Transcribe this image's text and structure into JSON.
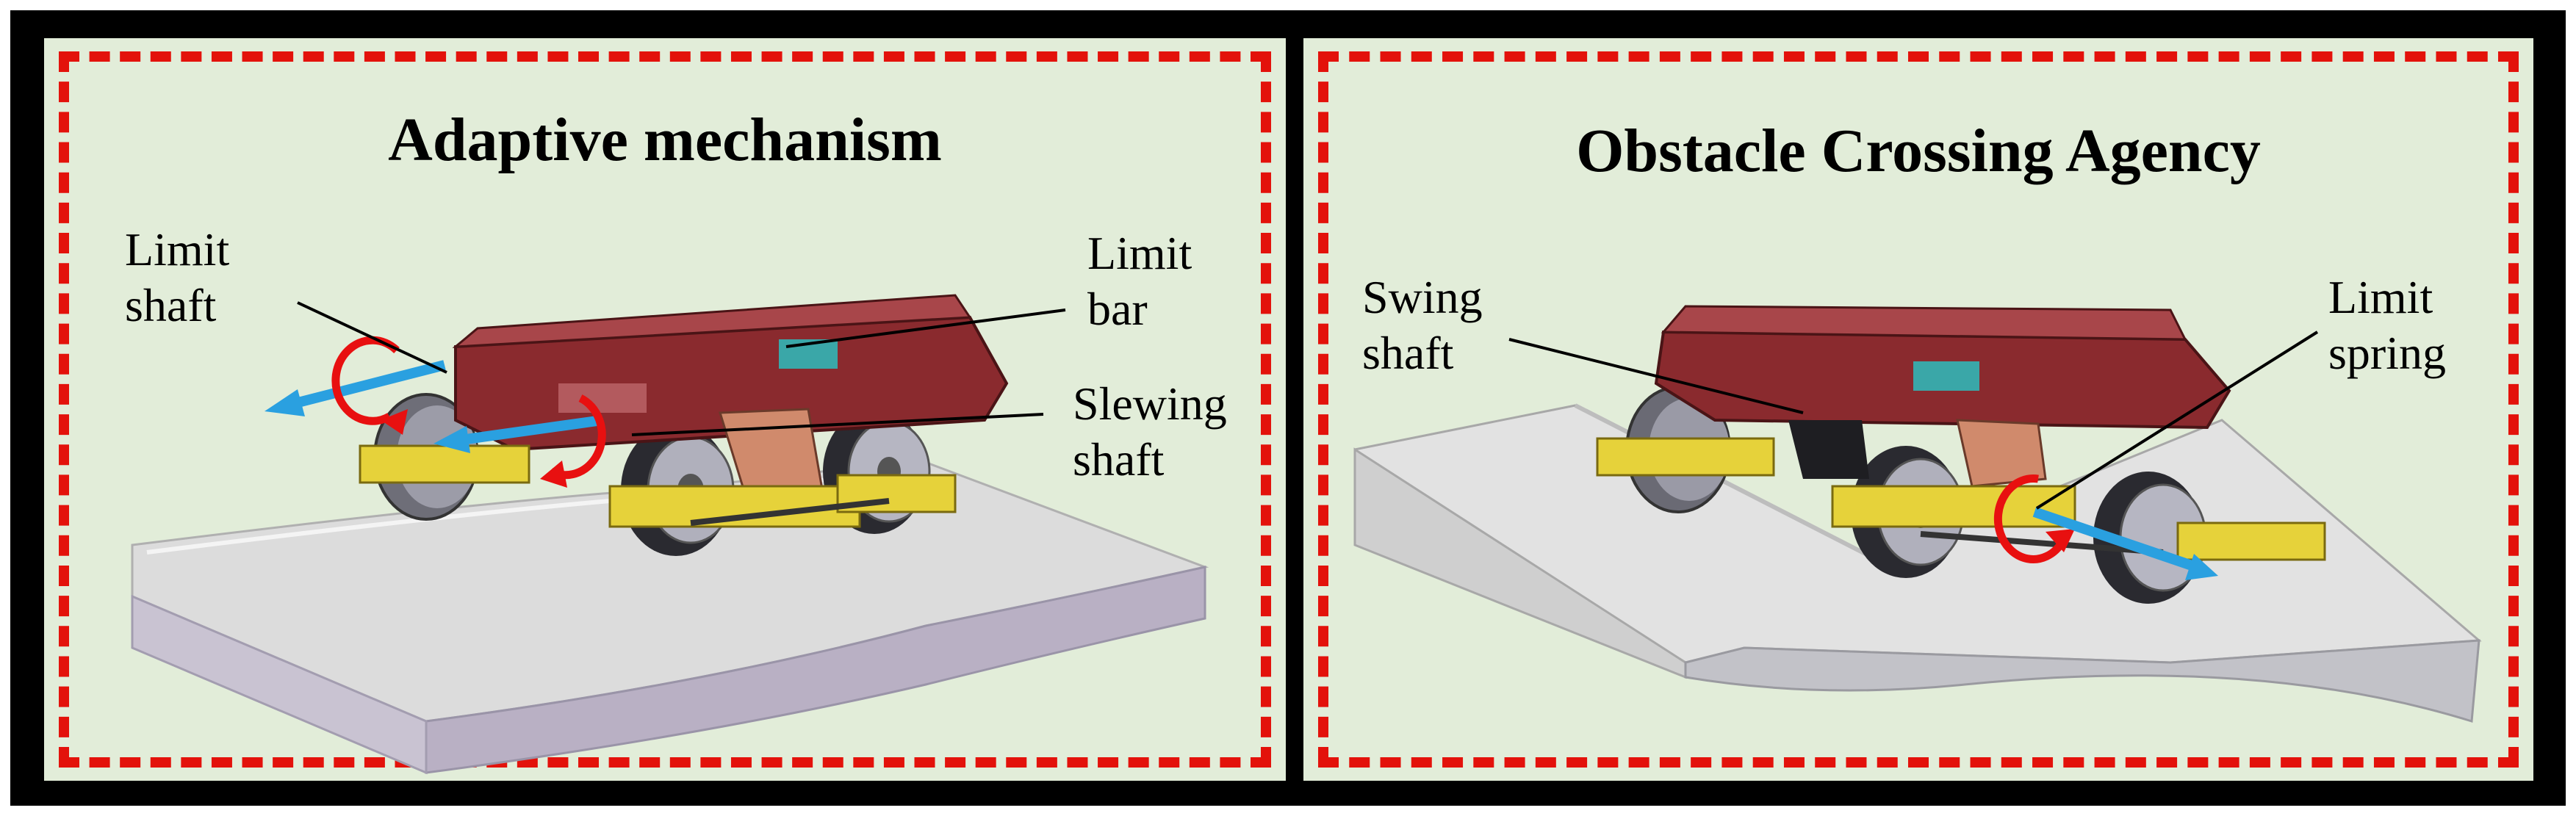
{
  "panels": {
    "left": {
      "title": "Adaptive mechanism",
      "labels": {
        "limit_shaft": [
          "Limit",
          "shaft"
        ],
        "limit_bar": [
          "Limit",
          "bar"
        ],
        "slewing_shaft": [
          "Slewing",
          "shaft"
        ]
      }
    },
    "right": {
      "title": "Obstacle Crossing Agency",
      "labels": {
        "swing_shaft": [
          "Swing",
          "shaft"
        ],
        "limit_spring": [
          "Limit",
          "spring"
        ]
      }
    }
  },
  "colors": {
    "panel_bg": "#e2edd9",
    "dash_border": "#e3120b",
    "frame": "#000000",
    "chassis": "#8a2a2e",
    "bracket": "#e6d23a",
    "wheel": "#7d7d86",
    "rail": "#d9d9d9",
    "axis_arrow": "#2aa0e0",
    "rotation_arrow": "#e81010"
  }
}
